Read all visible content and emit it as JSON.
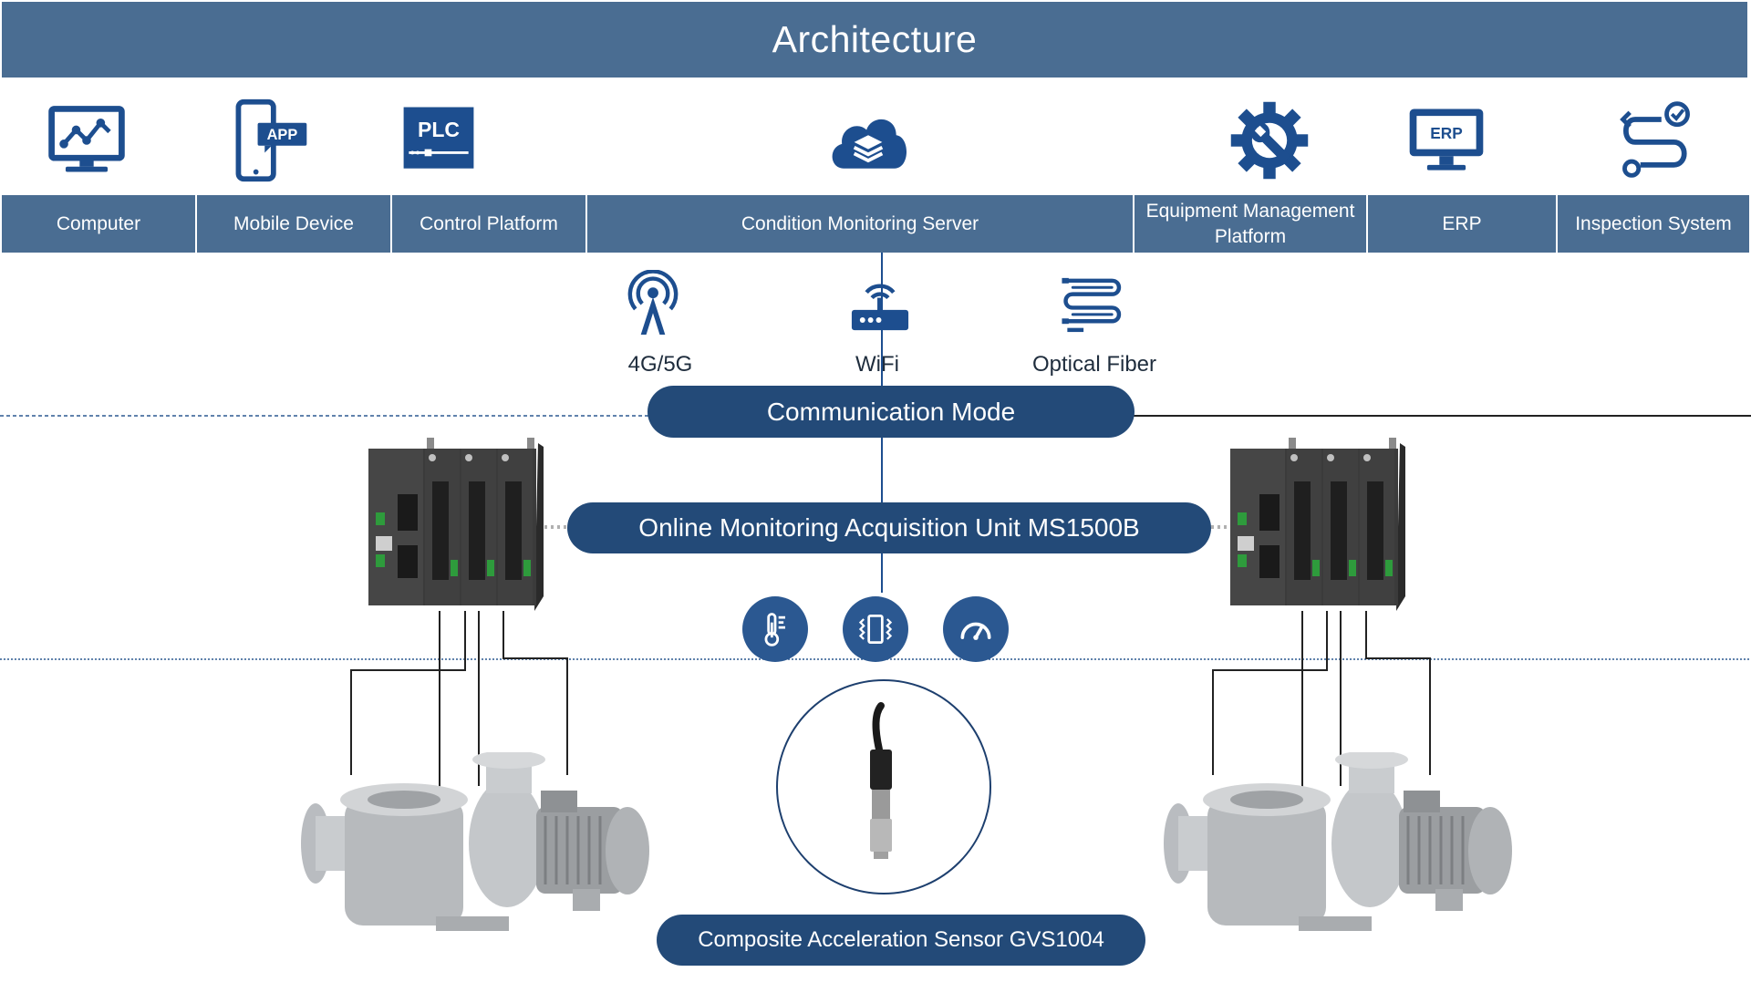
{
  "header": {
    "title": "Architecture"
  },
  "platforms": [
    {
      "label": "Computer",
      "icon": "monitor-chart-icon"
    },
    {
      "label": "Mobile Device",
      "icon": "mobile-app-icon"
    },
    {
      "label": "Control Platform",
      "icon": "plc-icon"
    },
    {
      "label": "Condition Monitoring Server",
      "icon": "cloud-server-icon"
    },
    {
      "label": "Equipment Management Platform",
      "icon": "gear-wrench-icon"
    },
    {
      "label": "ERP",
      "icon": "erp-monitor-icon"
    },
    {
      "label": "Inspection System",
      "icon": "route-check-icon"
    }
  ],
  "icon_text": {
    "app": "APP",
    "plc": "PLC",
    "erp": "ERP"
  },
  "communication": {
    "modes": [
      {
        "label": "4G/5G",
        "icon": "antenna-tower-icon"
      },
      {
        "label": "WiFi",
        "icon": "wifi-router-icon"
      },
      {
        "label": "Optical Fiber",
        "icon": "optical-fiber-icon"
      }
    ],
    "title": "Communication Mode"
  },
  "acquisition": {
    "title": "Online Monitoring Acquisition Unit MS1500B"
  },
  "measurements": [
    {
      "icon": "thermometer-icon"
    },
    {
      "icon": "vibration-icon"
    },
    {
      "icon": "speed-gauge-icon"
    }
  ],
  "sensor": {
    "title": "Composite Acceleration Sensor GVS1004"
  },
  "colors": {
    "header": "#4a6d92",
    "icon_blue": "#1d4e8f",
    "pill": "#234a78",
    "circle": "#2b5891"
  }
}
